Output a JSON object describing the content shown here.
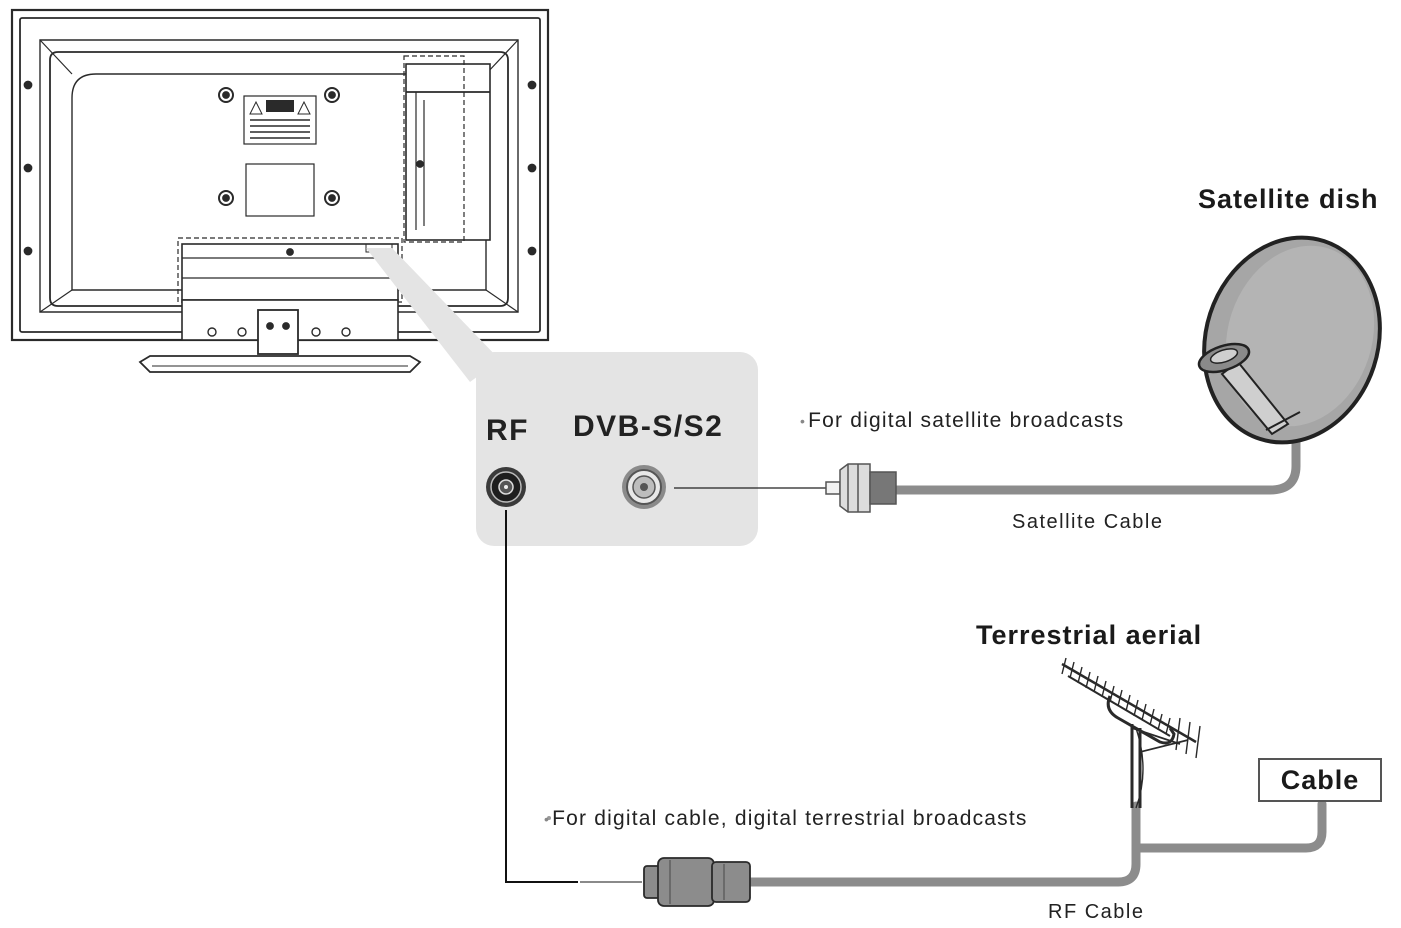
{
  "ports": {
    "rf": "RF",
    "dvb": "DVB-S/S2"
  },
  "sources": {
    "satellite_dish": "Satellite dish",
    "terrestrial_aerial": "Terrestrial aerial",
    "cable": "Cable"
  },
  "notes": {
    "satellite": "For digital satellite broadcasts",
    "terrestrial": "For digital cable, digital terrestrial broadcasts"
  },
  "cables": {
    "satellite": "Satellite Cable",
    "rf": "RF Cable"
  },
  "colors": {
    "panel": "#e4e4e4",
    "cable": "#8c8c8c",
    "dish": "#a6a6a6",
    "outline": "#2a2a2a"
  },
  "icons": {
    "tv": "tv-back-icon",
    "dish": "satellite-dish-icon",
    "aerial": "terrestrial-aerial-icon",
    "rf_jack": "coax-jack-icon",
    "f_jack": "f-connector-jack-icon",
    "f_plug": "f-connector-plug-icon",
    "rf_plug": "coax-plug-icon"
  }
}
